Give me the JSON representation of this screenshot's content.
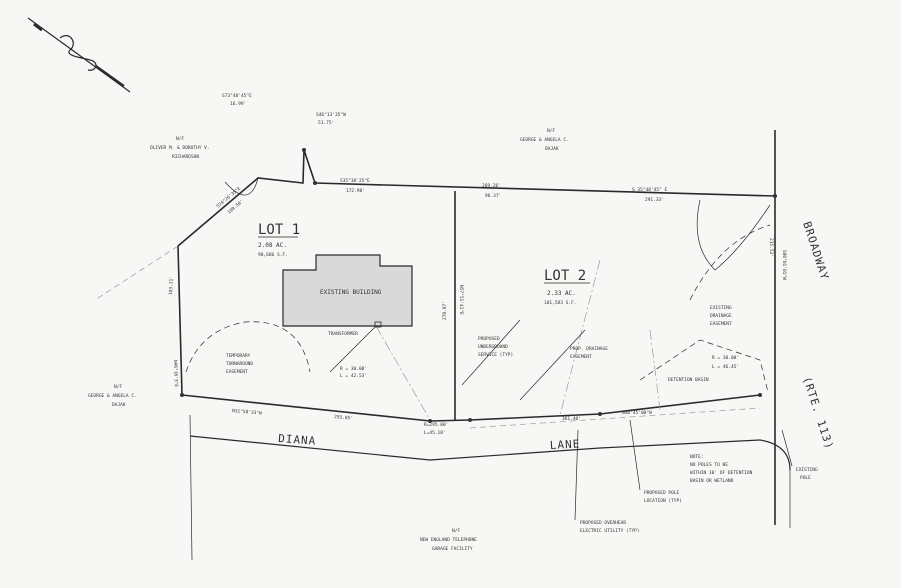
{
  "north_arrow": {
    "icon": "north-arrow-icon"
  },
  "lots": {
    "lot1": {
      "title": "LOT 1",
      "acres": "2.08 AC.",
      "sqft": "90,686 S.F."
    },
    "lot2": {
      "title": "LOT 2",
      "acres": "2.33 AC.",
      "sqft": "101,583 S.F."
    }
  },
  "abutters": {
    "richardson": [
      "N/F",
      "OLIVER M. & DOROTHY V.",
      "RICHARDSON"
    ],
    "dajak_north": [
      "N/F",
      "GEORGE & ANGELA C.",
      "DAJAK"
    ],
    "dajak_west": [
      "N/F",
      "GEORGE & ANGELA C.",
      "DAJAK"
    ],
    "telephone": [
      "N/F",
      "NEW ENGLAND TELEPHONE",
      "GARAGE FACILITY"
    ]
  },
  "roads": {
    "diana": "DIANA",
    "lane": "LANE",
    "broadway": "BROADWAY",
    "rte": "(RTE. 113)"
  },
  "bearings": {
    "s73": "S73°48'45\"E",
    "s73_dist": "16.99'",
    "s46": "S46°13'35\"W",
    "s46_dist": "51.75'",
    "s35_west": "S35°38'25\"E",
    "d17298": "172.98'",
    "d26926": "269.26'",
    "d9637": "96.37'",
    "s35_east": "S 35°48'45\" E",
    "d29133": "291.33'",
    "s74": "S74°26'35\"E",
    "d18950": "189.50'",
    "d18321": "183.21'",
    "n46": "N46°16'3\"E",
    "n57": "N57°51'41\"E",
    "d27887": "278.87'",
    "s80": "S80°01'01\"W",
    "d21553": "215.53'",
    "n31": "N31°58'33\"W",
    "d29385": "293.85'",
    "curve_r": "R=295.00'",
    "curve_l": "L=45.18'",
    "d36140": "361.40'",
    "n40": "N40°45'00\"W",
    "det_r": "R = 30.00'",
    "det_l": "L = 46.45'",
    "tt_r": "R = 30.00'",
    "tt_l": "L = 42.53'"
  },
  "labels": {
    "existing_building": "EXISTING BUILDING",
    "transformer": "TRANSFORMER",
    "ug_service": [
      "PROPOSED",
      "UNDERGROUND",
      "SERVICE (TYP)"
    ],
    "temp_easement": [
      "TEMPORARY",
      "TURNAROUND",
      "EASEMENT"
    ],
    "drain_prop": [
      "PROP. DRAINAGE",
      "EASEMENT"
    ],
    "drain_exist": [
      "EXISTING",
      "DRAINAGE",
      "EASEMENT"
    ],
    "detention": "DETENTION BASIN",
    "note": [
      "NOTE:",
      "NO POLES TO BE",
      "WITHIN 10' OF DETENTION",
      "BASIN OR WETLAND"
    ],
    "pole_location": [
      "PROPOSED POLE",
      "LOCATION (TYP)"
    ],
    "overhead": [
      "PROPOSED OVERHEAD",
      "ELECTRIC UTILITY (TYP)"
    ],
    "existing_pole": [
      "EXISTING",
      "POLE"
    ]
  }
}
